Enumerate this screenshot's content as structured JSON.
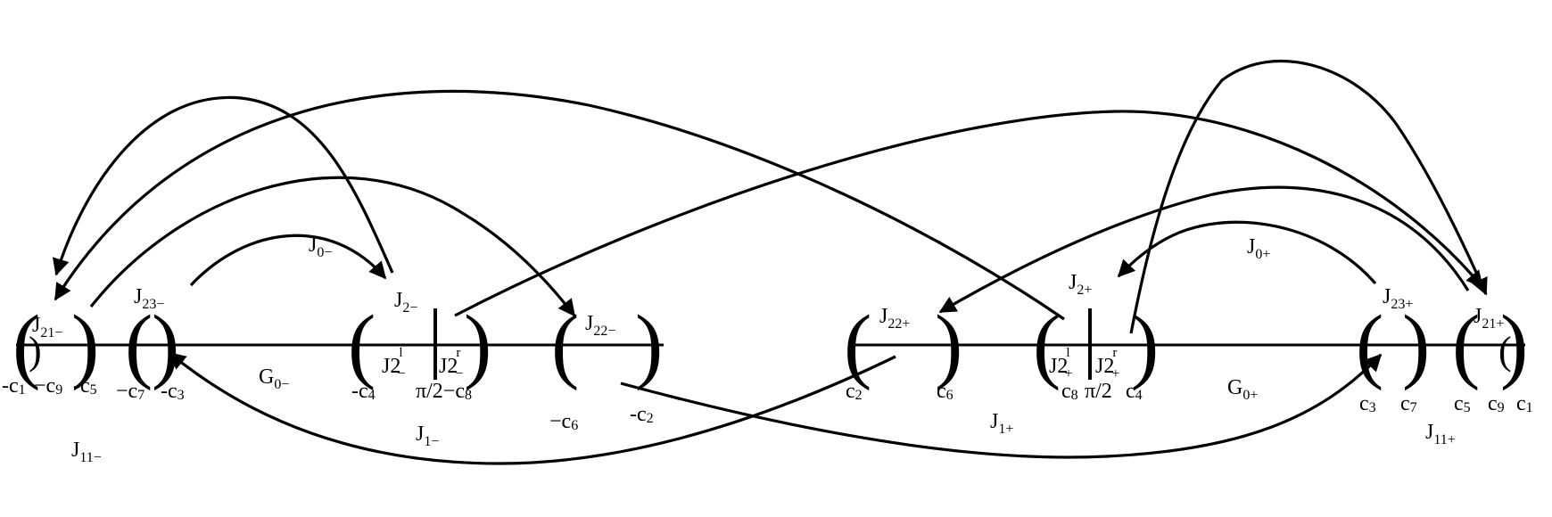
{
  "diagram": {
    "labels": {
      "J21m": {
        "main": "J",
        "sub": "21−"
      },
      "J23m": {
        "main": "J",
        "sub": "23−"
      },
      "J0m": {
        "main": "J",
        "sub": "0−"
      },
      "J2m": {
        "main": "J",
        "sub": "2−"
      },
      "J22m": {
        "main": "J",
        "sub": "22−"
      },
      "J2lm": {
        "main": "J2",
        "sup": "l",
        "sub": "−"
      },
      "J2rm": {
        "main": "J2",
        "sup": "r",
        "sub": "−"
      },
      "G0m": {
        "main": "G",
        "sub": "0−"
      },
      "J1m": {
        "main": "J",
        "sub": "1−"
      },
      "J11m": {
        "main": "J",
        "sub": "11−"
      },
      "J22p": {
        "main": "J",
        "sub": "22+"
      },
      "J2p": {
        "main": "J",
        "sub": "2+"
      },
      "J0p": {
        "main": "J",
        "sub": "0+"
      },
      "J23p": {
        "main": "J",
        "sub": "23+"
      },
      "J21p": {
        "main": "J",
        "sub": "21+"
      },
      "J2lp": {
        "main": "J2",
        "sup": "l",
        "sub": "+"
      },
      "J2rp": {
        "main": "J2",
        "sup": "r",
        "sub": "+"
      },
      "G0p": {
        "main": "G",
        "sub": "0+"
      },
      "J1p": {
        "main": "J",
        "sub": "1+"
      },
      "J11p": {
        "main": "J",
        "sub": "11+"
      }
    },
    "ticks": {
      "mc1": {
        "main": "-c",
        "sub": "1"
      },
      "mc9": {
        "main": "−c",
        "sub": "9"
      },
      "mc5": {
        "main": "-c",
        "sub": "5"
      },
      "mc7": {
        "main": "−c",
        "sub": "7"
      },
      "mc3": {
        "main": "-c",
        "sub": "3"
      },
      "mc4": {
        "main": "-c",
        "sub": "4"
      },
      "pi2mc8": {
        "main": "π/2−c",
        "sub": "8"
      },
      "mc6": {
        "main": "−c",
        "sub": "6"
      },
      "mc2": {
        "main": "-c",
        "sub": "2"
      },
      "c2": {
        "main": "c",
        "sub": "2"
      },
      "c6": {
        "main": "c",
        "sub": "6"
      },
      "c8": {
        "main": "c",
        "sub": "8"
      },
      "pi2": {
        "main": "π/2"
      },
      "c4": {
        "main": "c",
        "sub": "4"
      },
      "c3": {
        "main": "c",
        "sub": "3"
      },
      "c7": {
        "main": "c",
        "sub": "7"
      },
      "c5": {
        "main": "c",
        "sub": "5"
      },
      "c9": {
        "main": "c",
        "sub": "9"
      },
      "c1": {
        "main": "c",
        "sub": "1"
      }
    },
    "parens": {
      "open": "(",
      "close": ")"
    }
  }
}
